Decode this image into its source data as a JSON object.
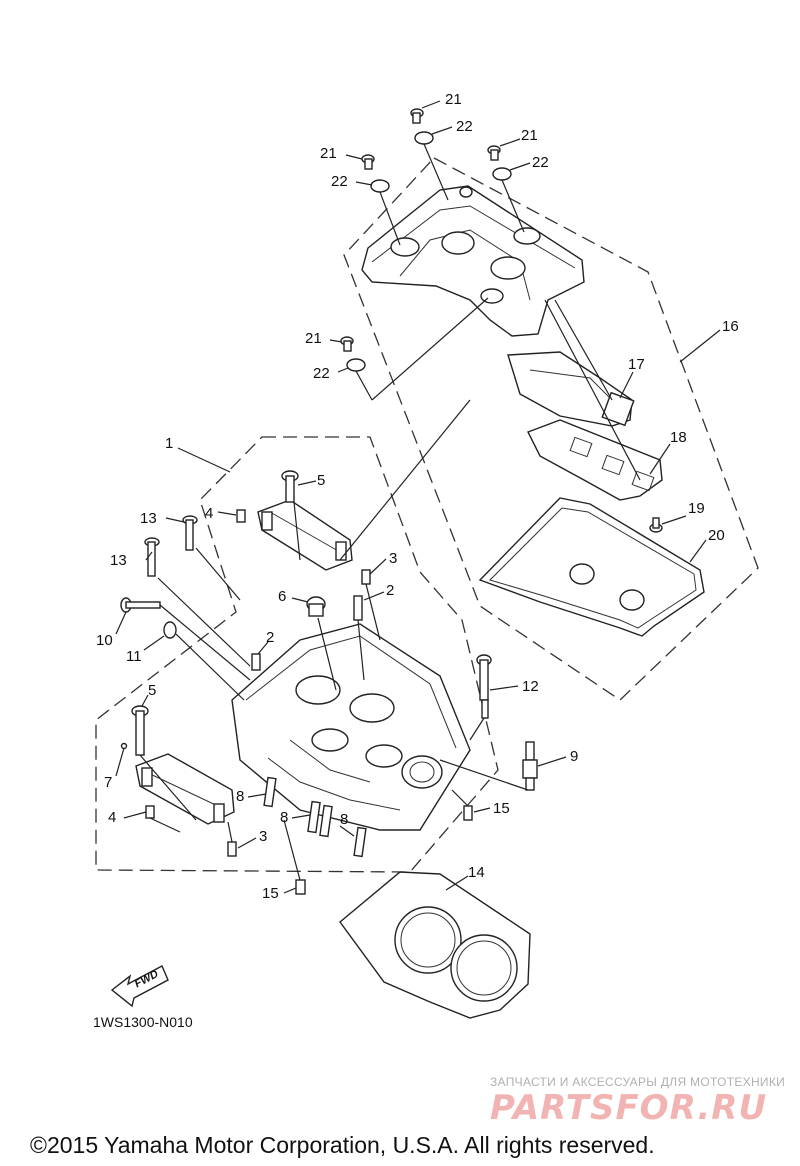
{
  "diagram": {
    "callouts": [
      {
        "id": "c21a",
        "label": "21"
      },
      {
        "id": "c22a",
        "label": "22"
      },
      {
        "id": "c21b",
        "label": "21"
      },
      {
        "id": "c22b",
        "label": "22"
      },
      {
        "id": "c21c",
        "label": "21"
      },
      {
        "id": "c22c",
        "label": "22"
      },
      {
        "id": "c21d",
        "label": "21"
      },
      {
        "id": "c22d",
        "label": "22"
      },
      {
        "id": "c16",
        "label": "16"
      },
      {
        "id": "c17",
        "label": "17"
      },
      {
        "id": "c18",
        "label": "18"
      },
      {
        "id": "c19",
        "label": "19"
      },
      {
        "id": "c20",
        "label": "20"
      },
      {
        "id": "c1",
        "label": "1"
      },
      {
        "id": "c5a",
        "label": "5"
      },
      {
        "id": "c4a",
        "label": "4"
      },
      {
        "id": "c13a",
        "label": "13"
      },
      {
        "id": "c13b",
        "label": "13"
      },
      {
        "id": "c3a",
        "label": "3"
      },
      {
        "id": "c6",
        "label": "6"
      },
      {
        "id": "c2a",
        "label": "2"
      },
      {
        "id": "c10",
        "label": "10"
      },
      {
        "id": "c11",
        "label": "11"
      },
      {
        "id": "c2b",
        "label": "2"
      },
      {
        "id": "c12",
        "label": "12"
      },
      {
        "id": "c5b",
        "label": "5"
      },
      {
        "id": "c9",
        "label": "9"
      },
      {
        "id": "c7",
        "label": "7"
      },
      {
        "id": "c8a",
        "label": "8"
      },
      {
        "id": "c8b",
        "label": "8"
      },
      {
        "id": "c8c",
        "label": "8"
      },
      {
        "id": "c4b",
        "label": "4"
      },
      {
        "id": "c3b",
        "label": "3"
      },
      {
        "id": "c15a",
        "label": "15"
      },
      {
        "id": "c15b",
        "label": "15"
      },
      {
        "id": "c14",
        "label": "14"
      }
    ],
    "fwd_label": "FWD",
    "diagram_code": "1WS1300-N010"
  },
  "watermark": {
    "tagline": "ЗАПЧАСТИ И АКСЕССУАРЫ ДЛЯ МОТОТЕХНИКИ",
    "logo": "PARTSFOR.RU"
  },
  "footer": {
    "copyright": "©2015 Yamaha Motor Corporation, U.S.A. All rights reserved."
  }
}
